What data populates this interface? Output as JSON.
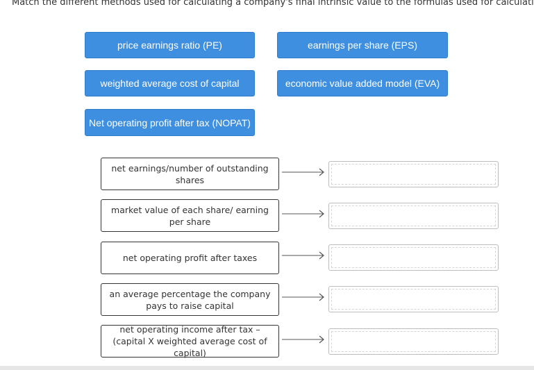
{
  "instructions": "Match the different methods used for calculating a company's final intrinsic value to the formulas used for calculating them.",
  "tiles": [
    {
      "label": "price earnings ratio (PE)"
    },
    {
      "label": "earnings per share (EPS)"
    },
    {
      "label": "weighted average cost of capital"
    },
    {
      "label": "economic value added model (EVA)"
    },
    {
      "label": "Net operating profit after tax (NOPAT)"
    }
  ],
  "prompts": [
    {
      "text": "net earnings/number of outstanding shares"
    },
    {
      "text": "market value of each share/ earning per share"
    },
    {
      "text": "net operating profit after taxes"
    },
    {
      "text": "an average percentage the company pays to raise capital"
    },
    {
      "text": "net operating income after tax – (capital X weighted average cost of capital)"
    }
  ],
  "colors": {
    "tile_bg": "#3e8fe0",
    "tile_text": "#ffffff",
    "prompt_border": "#333333",
    "drop_border": "#bdbdbd"
  }
}
